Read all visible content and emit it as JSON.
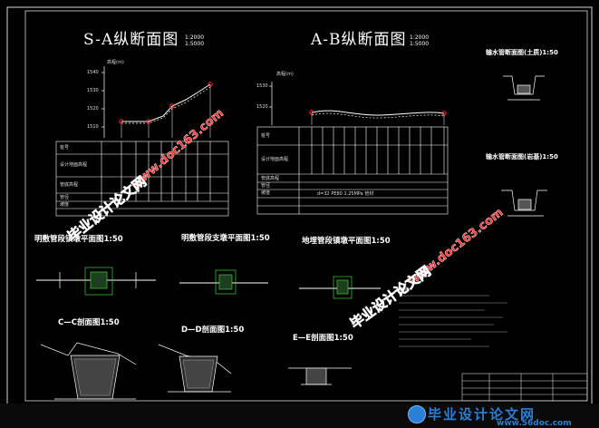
{
  "drawing": {
    "title_sa": "S-A纵断面图",
    "scale_sa": [
      "1:2000",
      "1:5000"
    ],
    "title_ab": "A-B纵断面图",
    "scale_ab": [
      "1:2000",
      "1:5000"
    ],
    "elev_label": "高程(m)",
    "sa_ticks": [
      "1540",
      "1530",
      "1520",
      "1510"
    ],
    "ab_ticks": [
      "1530",
      "1520"
    ],
    "sa_row_labels": [
      "桩号",
      "设计地面高程",
      "管底高程",
      "管径",
      "坡度"
    ],
    "ab_row_labels": [
      "桩号",
      "设计地面高程",
      "管底高程",
      "管径",
      "坡度"
    ],
    "ab_pipe_note": "d=32 PE80 1.25MPa 管材",
    "sub_titles": {
      "pipe_plan_1": "明敷管段镇墩平面图1:50",
      "pipe_plan_2": "明敷管段支墩平面图1:50",
      "pipe_plan_3": "地埋管段镇墩平面图1:50",
      "cc": "C—C剖面图1:50",
      "dd": "D—D剖面图1:50",
      "ee": "E—E剖面图1:50",
      "inlet_1": "输水管断面图(土质)1:50",
      "inlet_2": "输水管断面图(岩基)1:50"
    },
    "notes_title": "说明"
  },
  "watermarks": {
    "cn": "毕业设计论文网",
    "url": "www.doc163.com",
    "footer_cn": "毕业设计论文网",
    "footer_url": "www.56doc.com"
  },
  "colors": {
    "background": "#000000",
    "linework": "#ffffff",
    "markers": "#ff2a2a",
    "watermark": "#ff2020",
    "frame": "#d8d8d8"
  }
}
